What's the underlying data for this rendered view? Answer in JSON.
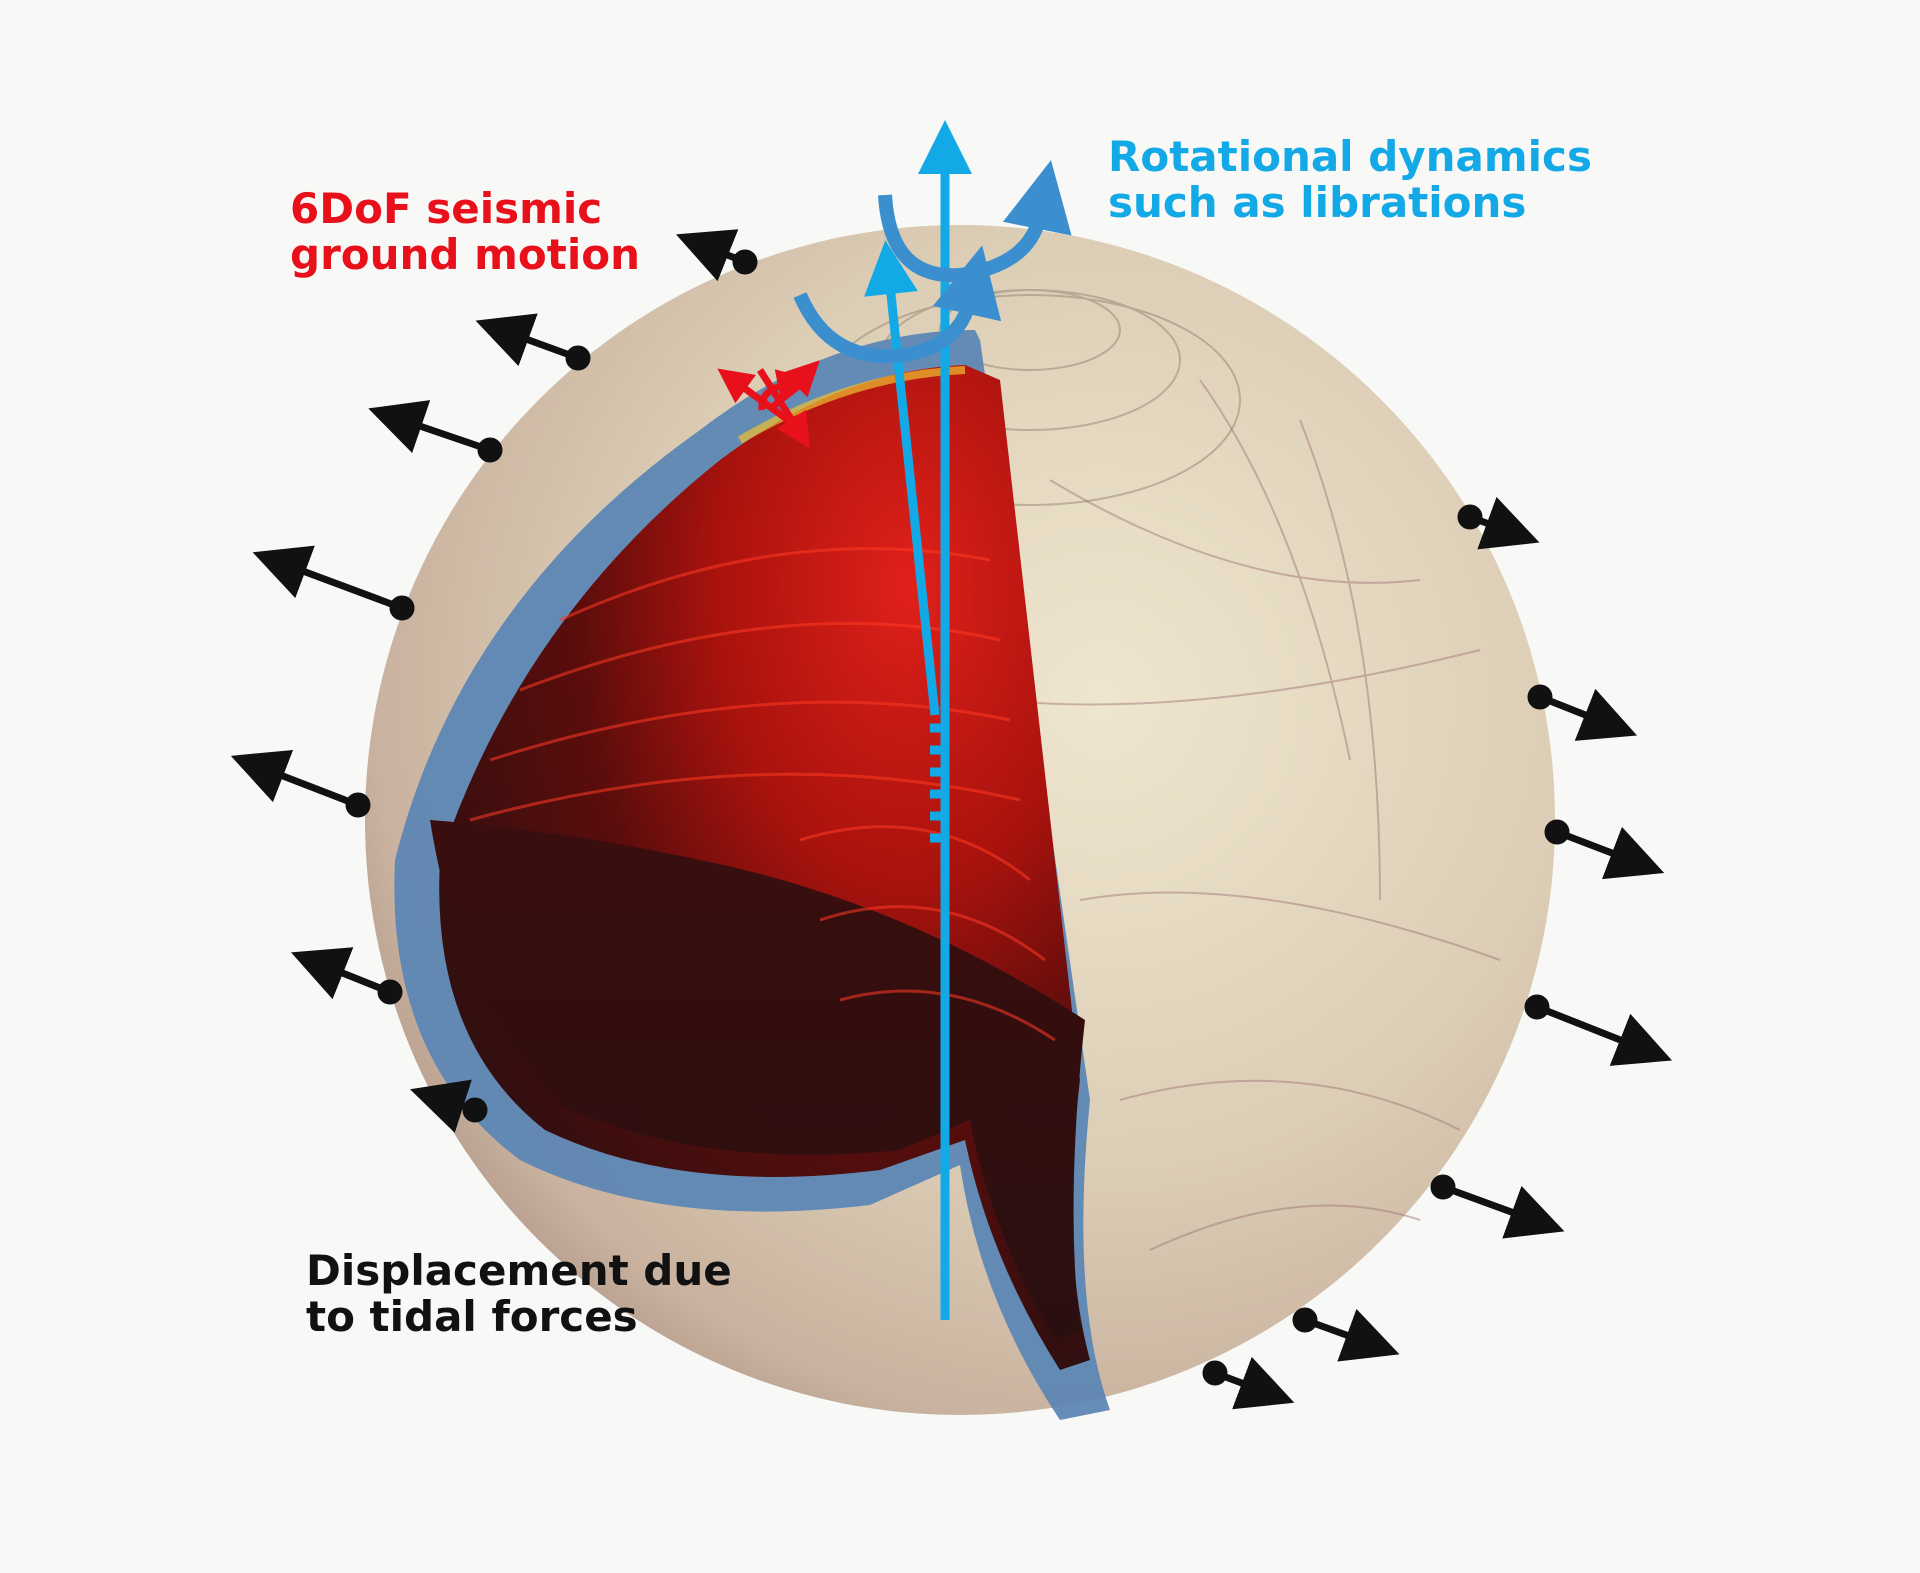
{
  "labels": {
    "seismic": {
      "lines": [
        "6DoF seismic",
        "ground motion"
      ],
      "color": "#e8101a"
    },
    "rotation": {
      "lines": [
        "Rotational dynamics",
        "such as librations"
      ],
      "color": "#12a9e6"
    },
    "tidal": {
      "lines": [
        "Displacement due",
        "to tidal forces"
      ],
      "color": "#111111"
    }
  },
  "colors": {
    "background": "#f8f8f6",
    "ice_surface": "#d9cbb4",
    "ice_shell_cut": "#5d87b4",
    "interior": "#8c0f0a",
    "deep_interior": "#2f1011",
    "rotation_axis": "#12a9e6",
    "libration_arrow": "#3b8fcf",
    "tidal_arrows": "#111111",
    "seismic_marker": "#e8101a"
  },
  "icons": {
    "tidal_arrow": "arrow-icon",
    "libration_arrow": "curved-arrow-icon",
    "seismic_marker": "six-dof-icon"
  }
}
